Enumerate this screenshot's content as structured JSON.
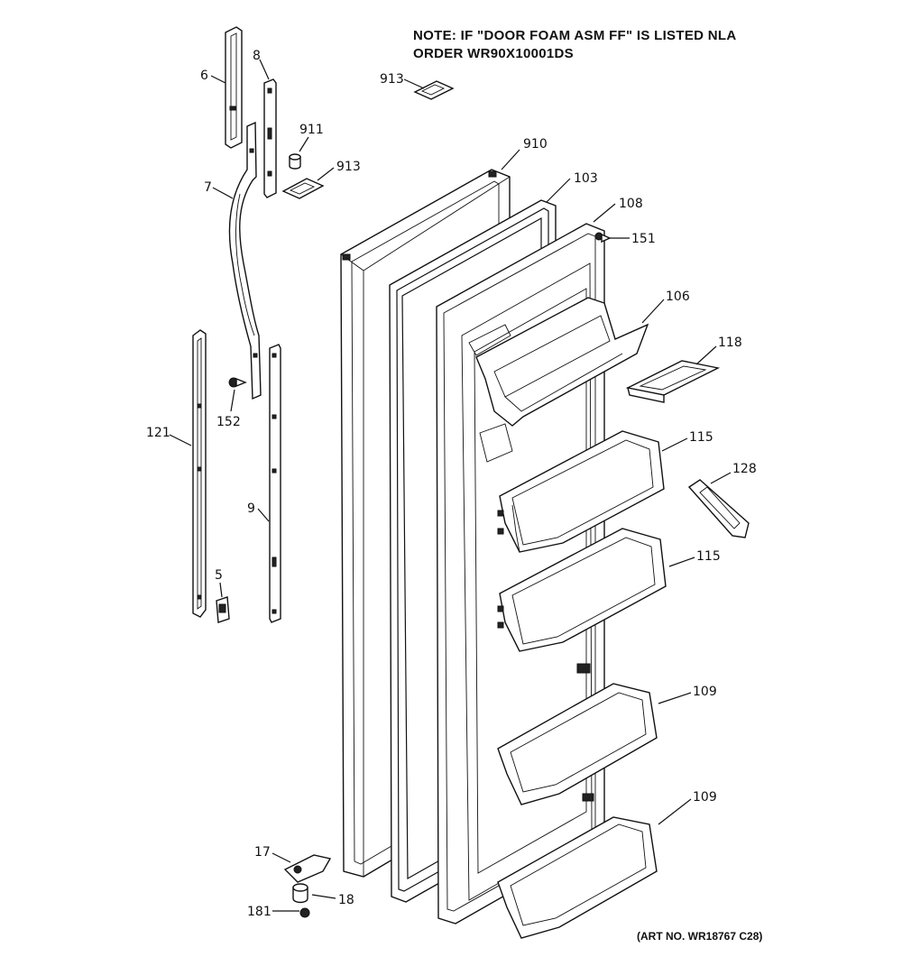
{
  "note": {
    "line1": "NOTE: IF \"DOOR FOAM ASM FF\" IS LISTED NLA",
    "line2": "ORDER WR90X10001DS"
  },
  "art_number": "(ART NO. WR18767 C28)",
  "callouts": {
    "c6": "6",
    "c8": "8",
    "c913a": "913",
    "c911": "911",
    "c913b": "913",
    "c910": "910",
    "c103": "103",
    "c108": "108",
    "c151": "151",
    "c7": "7",
    "c106": "106",
    "c118": "118",
    "c152": "152",
    "c121": "121",
    "c115a": "115",
    "c128": "128",
    "c9": "9",
    "c115b": "115",
    "c5": "5",
    "c109a": "109",
    "c109b": "109",
    "c17": "17",
    "c18": "18",
    "c181": "181"
  }
}
